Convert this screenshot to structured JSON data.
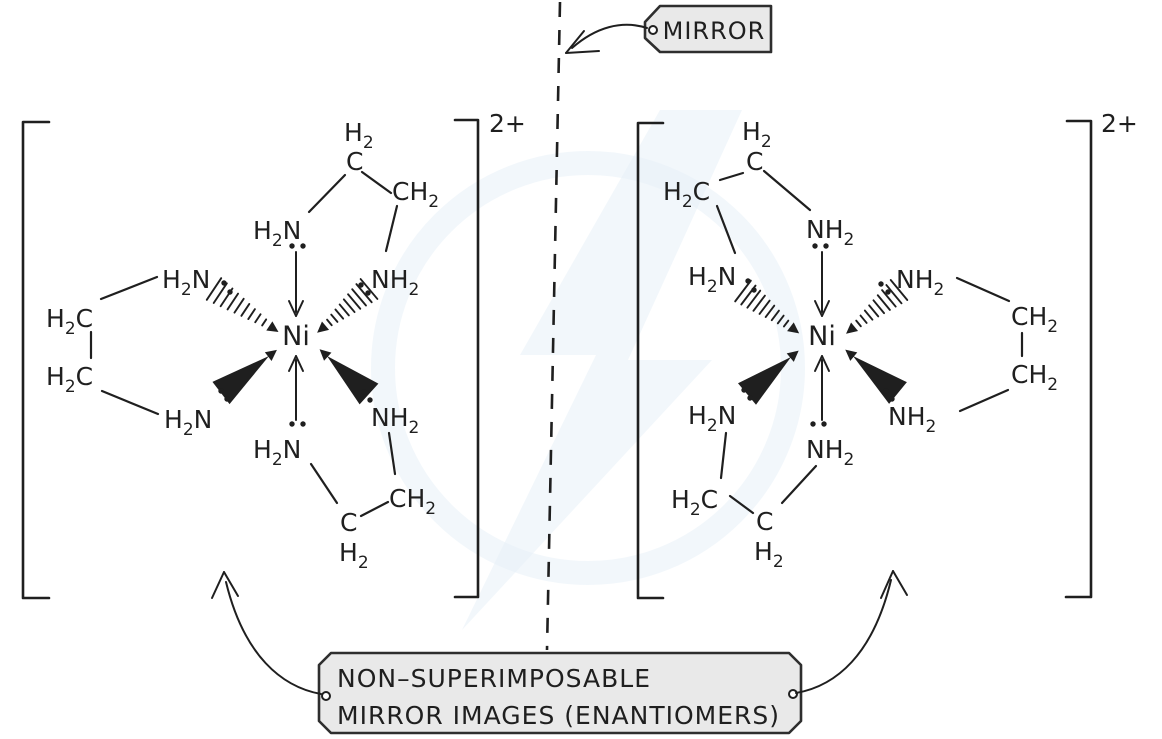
{
  "colors": {
    "ink": "#1f1f1f",
    "tag_fill": "#e9e9e9",
    "tag_stroke": "#2e2e2e",
    "watermark": "#e8f0f7",
    "background": "#ffffff"
  },
  "mirror_tag": {
    "label": "MIRROR"
  },
  "caption_tag": {
    "line1": "NON–SUPERIMPOSABLE",
    "line2": "MIRROR IMAGES (ENANTIOMERS)"
  },
  "complexes": [
    {
      "name": "left-enantiomer",
      "metal": "Ni",
      "charge": "2+",
      "atoms": {
        "top_h2": "H_2",
        "top_c": "C",
        "top_right_ch2": "CH_2",
        "amine_top": "H_2N",
        "amine_upper_left": "H_2N",
        "chelate_left_upper": "H_2C",
        "chelate_left_lower": "H_2C",
        "amine_lower_left": "H_2N",
        "amine_bottom": "H_2N",
        "bottom_c": "C",
        "bottom_h2": "H_2",
        "bottom_right_ch2": "CH_2",
        "amine_lower_right": "NH_2",
        "amine_upper_right": "NH_2"
      }
    },
    {
      "name": "right-enantiomer",
      "metal": "Ni",
      "charge": "2+",
      "atoms": {
        "top_h2": "H_2",
        "top_c": "C",
        "upper_left_h2c": "H_2C",
        "amine_top": "NH_2",
        "amine_upper_left": "H_2N",
        "amine_upper_right": "NH_2",
        "chelate_right_upper": "CH_2",
        "chelate_right_lower": "CH_2",
        "amine_lower_right": "NH_2",
        "amine_bottom": "NH_2",
        "amine_lower_left": "H_2N",
        "bottom_left_h2c": "H_2C",
        "bottom_c": "C",
        "bottom_h2": "H_2"
      }
    }
  ]
}
